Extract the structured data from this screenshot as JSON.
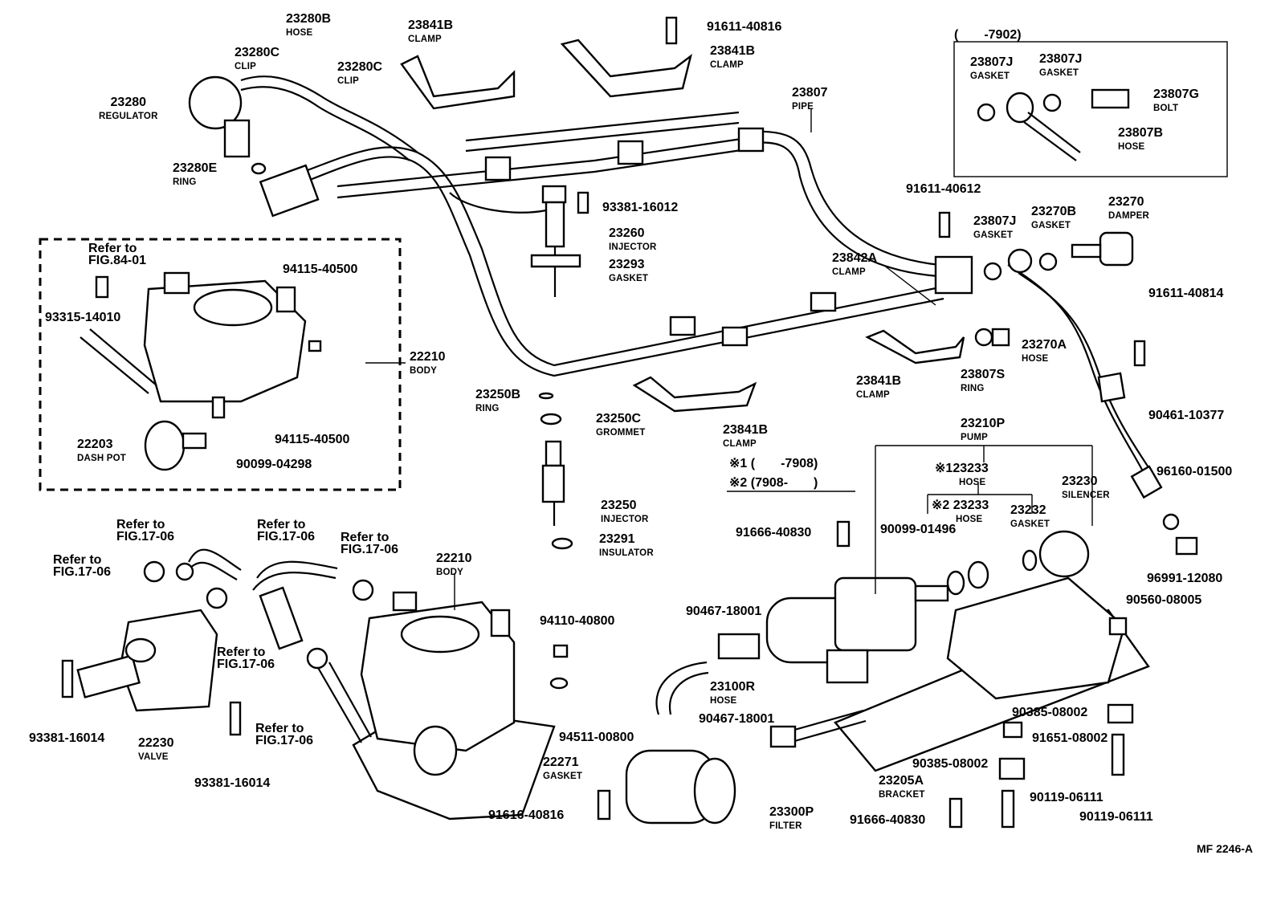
{
  "diagram_code": "MF 2246-A",
  "parts": [
    {
      "number": "23280B",
      "name": "HOSE"
    },
    {
      "number": "23280C",
      "name": "CLIP"
    },
    {
      "number": "23280C",
      "name": "CLIP"
    },
    {
      "number": "23280",
      "name": "REGULATOR"
    },
    {
      "number": "23280E",
      "name": "RING"
    },
    {
      "number": "23841B",
      "name": "CLAMP"
    },
    {
      "number": "91611-40816",
      "name": ""
    },
    {
      "number": "23841B",
      "name": "CLAMP"
    },
    {
      "number": "23807",
      "name": "PIPE"
    },
    {
      "number": "93381-16012",
      "name": ""
    },
    {
      "number": "23260",
      "name": "INJECTOR"
    },
    {
      "number": "23293",
      "name": "GASKET"
    },
    {
      "number": "91611-40612",
      "name": ""
    },
    {
      "number": "23842A",
      "name": "CLAMP"
    },
    {
      "number": "23807J",
      "name": "GASKET"
    },
    {
      "number": "23270B",
      "name": "GASKET"
    },
    {
      "number": "23270",
      "name": "DAMPER"
    },
    {
      "number": "91611-40814",
      "name": ""
    },
    {
      "number": "23270A",
      "name": "HOSE"
    },
    {
      "number": "23841B",
      "name": "CLAMP"
    },
    {
      "number": "23807S",
      "name": "RING"
    },
    {
      "number": "90461-10377",
      "name": ""
    },
    {
      "number": "23250B",
      "name": "RING"
    },
    {
      "number": "23250C",
      "name": "GROMMET"
    },
    {
      "number": "23841B",
      "name": "CLAMP"
    },
    {
      "number": "23250",
      "name": "INJECTOR"
    },
    {
      "number": "23291",
      "name": "INSULATOR"
    },
    {
      "number": "96160-01500",
      "name": ""
    },
    {
      "number": "96991-12080",
      "name": ""
    },
    {
      "number": "23210P",
      "name": "PUMP"
    },
    {
      "number": "23233",
      "name": "HOSE"
    },
    {
      "number": "23233",
      "name": "HOSE"
    },
    {
      "number": "23230",
      "name": "SILENCER"
    },
    {
      "number": "23232",
      "name": "GASKET"
    },
    {
      "number": "90099-01496",
      "name": ""
    },
    {
      "number": "91666-40830",
      "name": ""
    },
    {
      "number": "90560-08005",
      "name": ""
    },
    {
      "number": "90467-18001",
      "name": ""
    },
    {
      "number": "23100R",
      "name": "HOSE"
    },
    {
      "number": "90467-18001",
      "name": ""
    },
    {
      "number": "90385-08002",
      "name": ""
    },
    {
      "number": "91651-08002",
      "name": ""
    },
    {
      "number": "90385-08002",
      "name": ""
    },
    {
      "number": "23205A",
      "name": "BRACKET"
    },
    {
      "number": "90119-06111",
      "name": ""
    },
    {
      "number": "90119-06111",
      "name": ""
    },
    {
      "number": "91666-40830",
      "name": ""
    },
    {
      "number": "23300P",
      "name": "FILTER"
    },
    {
      "number": "91616-40816",
      "name": ""
    },
    {
      "number": "94115-40500",
      "name": ""
    },
    {
      "number": "93315-14010",
      "name": ""
    },
    {
      "number": "22210",
      "name": "BODY"
    },
    {
      "number": "94115-40500",
      "name": ""
    },
    {
      "number": "22203",
      "name": "DASH POT"
    },
    {
      "number": "90099-04298",
      "name": ""
    },
    {
      "number": "22210",
      "name": "BODY"
    },
    {
      "number": "94110-40800",
      "name": ""
    },
    {
      "number": "94511-00800",
      "name": ""
    },
    {
      "number": "22271",
      "name": "GASKET"
    },
    {
      "number": "22230",
      "name": "VALVE"
    },
    {
      "number": "93381-16014",
      "name": ""
    },
    {
      "number": "93381-16014",
      "name": ""
    }
  ],
  "notes": {
    "inset_range": "(　　-7902)",
    "applicability": [
      {
        "mark": "※1",
        "range": "(　　-7908)"
      },
      {
        "mark": "※2",
        "range": "(7908-　　)"
      }
    ],
    "pump_hose_marks": [
      "※1",
      "※2"
    ]
  },
  "references": [
    "Refer to FIG.84-01",
    "Refer to FIG.17-06",
    "Refer to FIG.17-06",
    "Refer to FIG.17-06",
    "Refer to FIG.17-06",
    "Refer to FIG.17-06",
    "Refer to FIG.17-06"
  ]
}
